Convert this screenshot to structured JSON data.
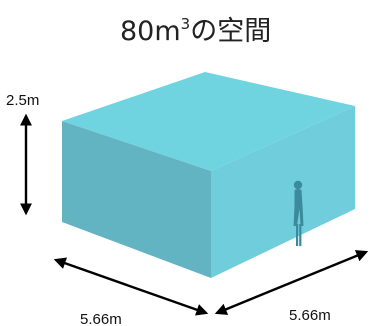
{
  "title": {
    "value": "80m",
    "exponent": "3",
    "suffix": "の空間"
  },
  "dimensions": {
    "height": "2.5m",
    "width_left": "5.66m",
    "width_right": "5.66m"
  },
  "colors": {
    "top_face": "#6fd4e0",
    "left_face": "#63b4c3",
    "right_face": "#70cedc",
    "person": "#3c8b9c",
    "arrow": "#000000"
  },
  "icons": {
    "person": "person-silhouette-icon"
  }
}
